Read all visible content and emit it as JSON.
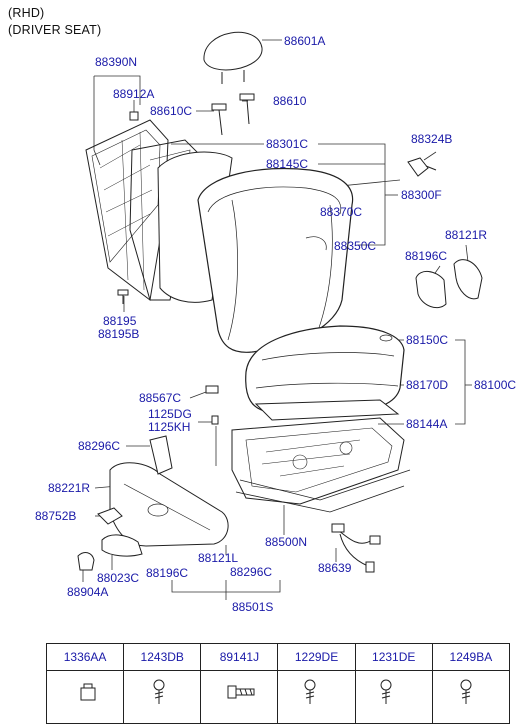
{
  "header": {
    "line1": "(RHD)",
    "line2": "(DRIVER SEAT)"
  },
  "callouts": {
    "p88601A": "88601A",
    "p88390N": "88390N",
    "p88912A": "88912A",
    "p88610C": "88610C",
    "p88610": "88610",
    "p88301C": "88301C",
    "p88324B": "88324B",
    "p88145C": "88145C",
    "p88300F": "88300F",
    "p88370C": "88370C",
    "p88121R_a": "88121R",
    "p88350C": "88350C",
    "p88196C_a": "88196C",
    "p88195": "88195",
    "p88195B": "88195B",
    "p88150C": "88150C",
    "p88170D": "88170D",
    "p88100C": "88100C",
    "p88567C": "88567C",
    "p1125DG": "1125DG",
    "p1125KH": "1125KH",
    "p88144A": "88144A",
    "p88296C_a": "88296C",
    "p88221R": "88221R",
    "p88752B": "88752B",
    "p88500N": "88500N",
    "p88023C": "88023C",
    "p88904A": "88904A",
    "p88121L": "88121L",
    "p88196C_b": "88196C",
    "p88296C_b": "88296C",
    "p88639": "88639",
    "p88501S": "88501S"
  },
  "parts_table": [
    {
      "code": "1336AA",
      "icon": "clip-icon"
    },
    {
      "code": "1243DB",
      "icon": "screw-icon"
    },
    {
      "code": "89141J",
      "icon": "bolt-icon"
    },
    {
      "code": "1229DE",
      "icon": "screw-icon"
    },
    {
      "code": "1231DE",
      "icon": "screw-icon"
    },
    {
      "code": "1249BA",
      "icon": "screw-icon"
    }
  ]
}
